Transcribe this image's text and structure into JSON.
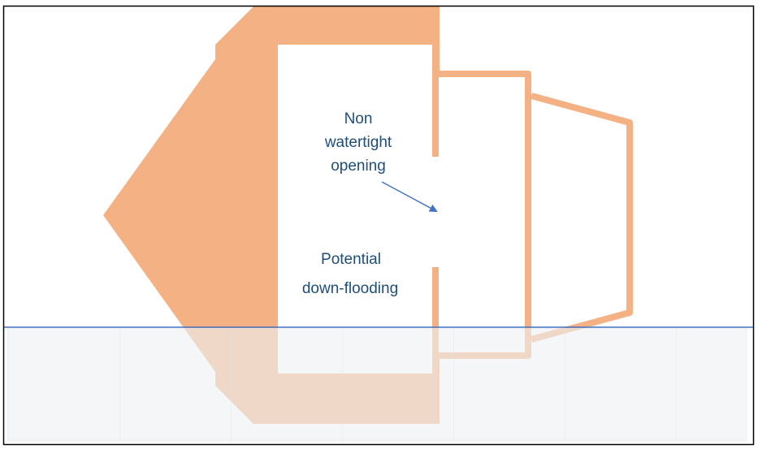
{
  "labels": {
    "opening_line1": "Non",
    "opening_line2": "watertight",
    "opening_line3": "opening",
    "flooding_line1": "Potential",
    "flooding_line2": "down-flooding"
  },
  "colors": {
    "hull": "#F4B183",
    "text": "#1F4E79",
    "arrow": "#4472C4",
    "waterline": "#4472C4",
    "water": "#EEF1F4",
    "water_grid": "#DDE3EA",
    "frame": "#000000"
  }
}
